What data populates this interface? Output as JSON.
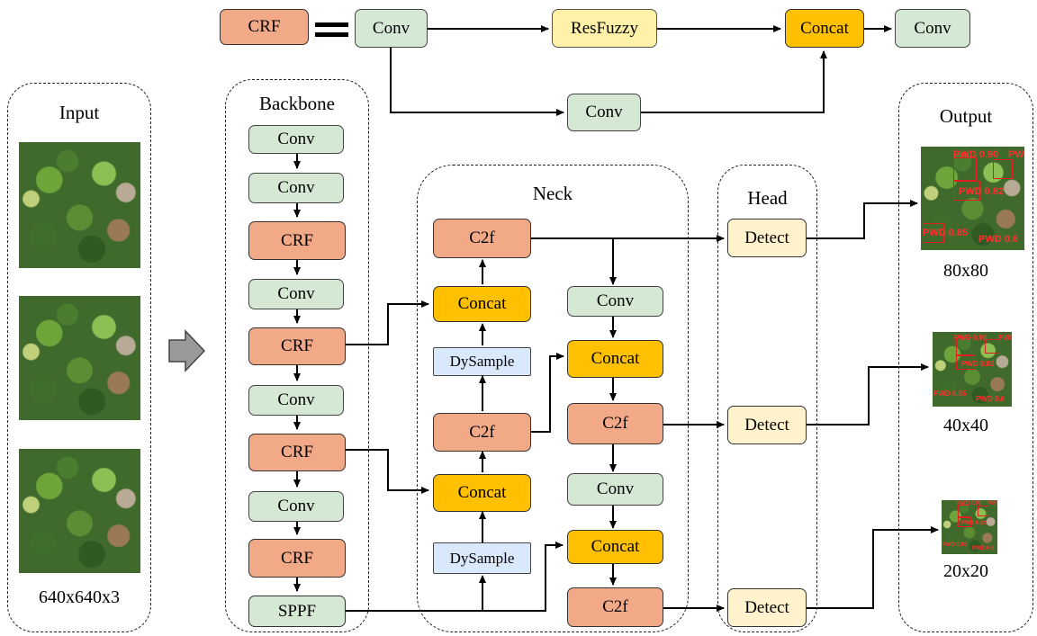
{
  "legend": {
    "crf": "CRF",
    "conv_in": "Conv",
    "resfuzzy": "ResFuzzy",
    "conv_branch": "Conv",
    "concat": "Concat",
    "conv_out": "Conv"
  },
  "input": {
    "title": "Input",
    "size": "640x640x3"
  },
  "backbone": {
    "title": "Backbone",
    "blocks": [
      "Conv",
      "Conv",
      "CRF",
      "Conv",
      "CRF",
      "Conv",
      "CRF",
      "Conv",
      "CRF",
      "SPPF"
    ]
  },
  "neck": {
    "title": "Neck",
    "c2f_top": "C2f",
    "concat_1": "Concat",
    "dysample_1": "DySample",
    "c2f_mid": "C2f",
    "concat_2": "Concat",
    "dysample_2": "DySample",
    "conv_a": "Conv",
    "concat_3": "Concat",
    "c2f_b": "C2f",
    "conv_b": "Conv",
    "concat_4": "Concat",
    "c2f_c": "C2f"
  },
  "head": {
    "title": "Head",
    "detect": [
      "Detect",
      "Detect",
      "Detect"
    ]
  },
  "output": {
    "title": "Output",
    "sizes": [
      "80x80",
      "40x40",
      "20x20"
    ],
    "det_labels": [
      "PWD 0.90",
      "PWD",
      "PWD 0.82",
      "PWD 0.85",
      "PWD 0.6"
    ]
  }
}
